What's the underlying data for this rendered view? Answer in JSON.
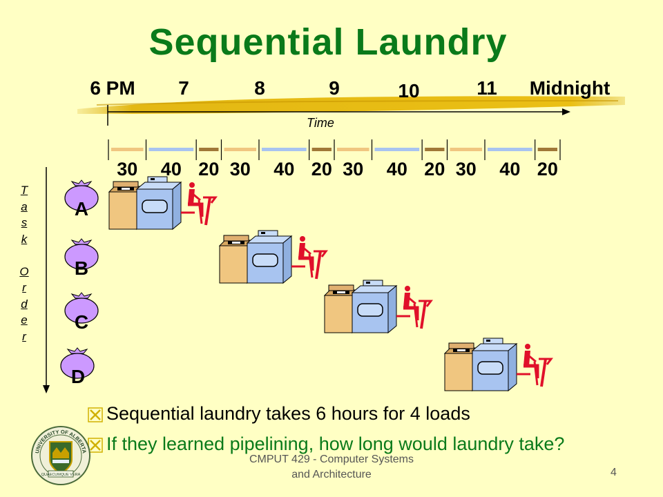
{
  "title": "Sequential Laundry",
  "time_axis": {
    "hours": [
      "6 PM",
      "7",
      "8",
      "9",
      "10",
      "11",
      "Midnight"
    ],
    "label": "Time"
  },
  "stages": {
    "durations": [
      "30",
      "40",
      "20",
      "30",
      "40",
      "20",
      "30",
      "40",
      "20",
      "30",
      "40",
      "20"
    ],
    "colors": {
      "wash": "#f0c680",
      "dry": "#a8c4f0",
      "fold": "#a07838"
    }
  },
  "task_order_label": "T\na\ns\nk\n\nO\nr\nd\ne\nr",
  "tasks": [
    "A",
    "B",
    "C",
    "D"
  ],
  "bullets": [
    "Sequential laundry takes 6 hours for 4 loads",
    "If they learned pipelining, how long would  laundry take?"
  ],
  "footer": {
    "line1": "CMPUT 429 - Computer Systems",
    "line2": "and Architecture",
    "page_number": "4"
  },
  "crest": {
    "top_text": "UNIVERSITY OF ALBERTA",
    "motto": "QUAECUMQUE VERA"
  },
  "colors": {
    "background": "#ffffc4",
    "title": "#0a7a1a",
    "washer": "#f0c680",
    "dryer": "#a8c4f0",
    "folder": "#e0102a",
    "bag": "#cc99ff"
  }
}
